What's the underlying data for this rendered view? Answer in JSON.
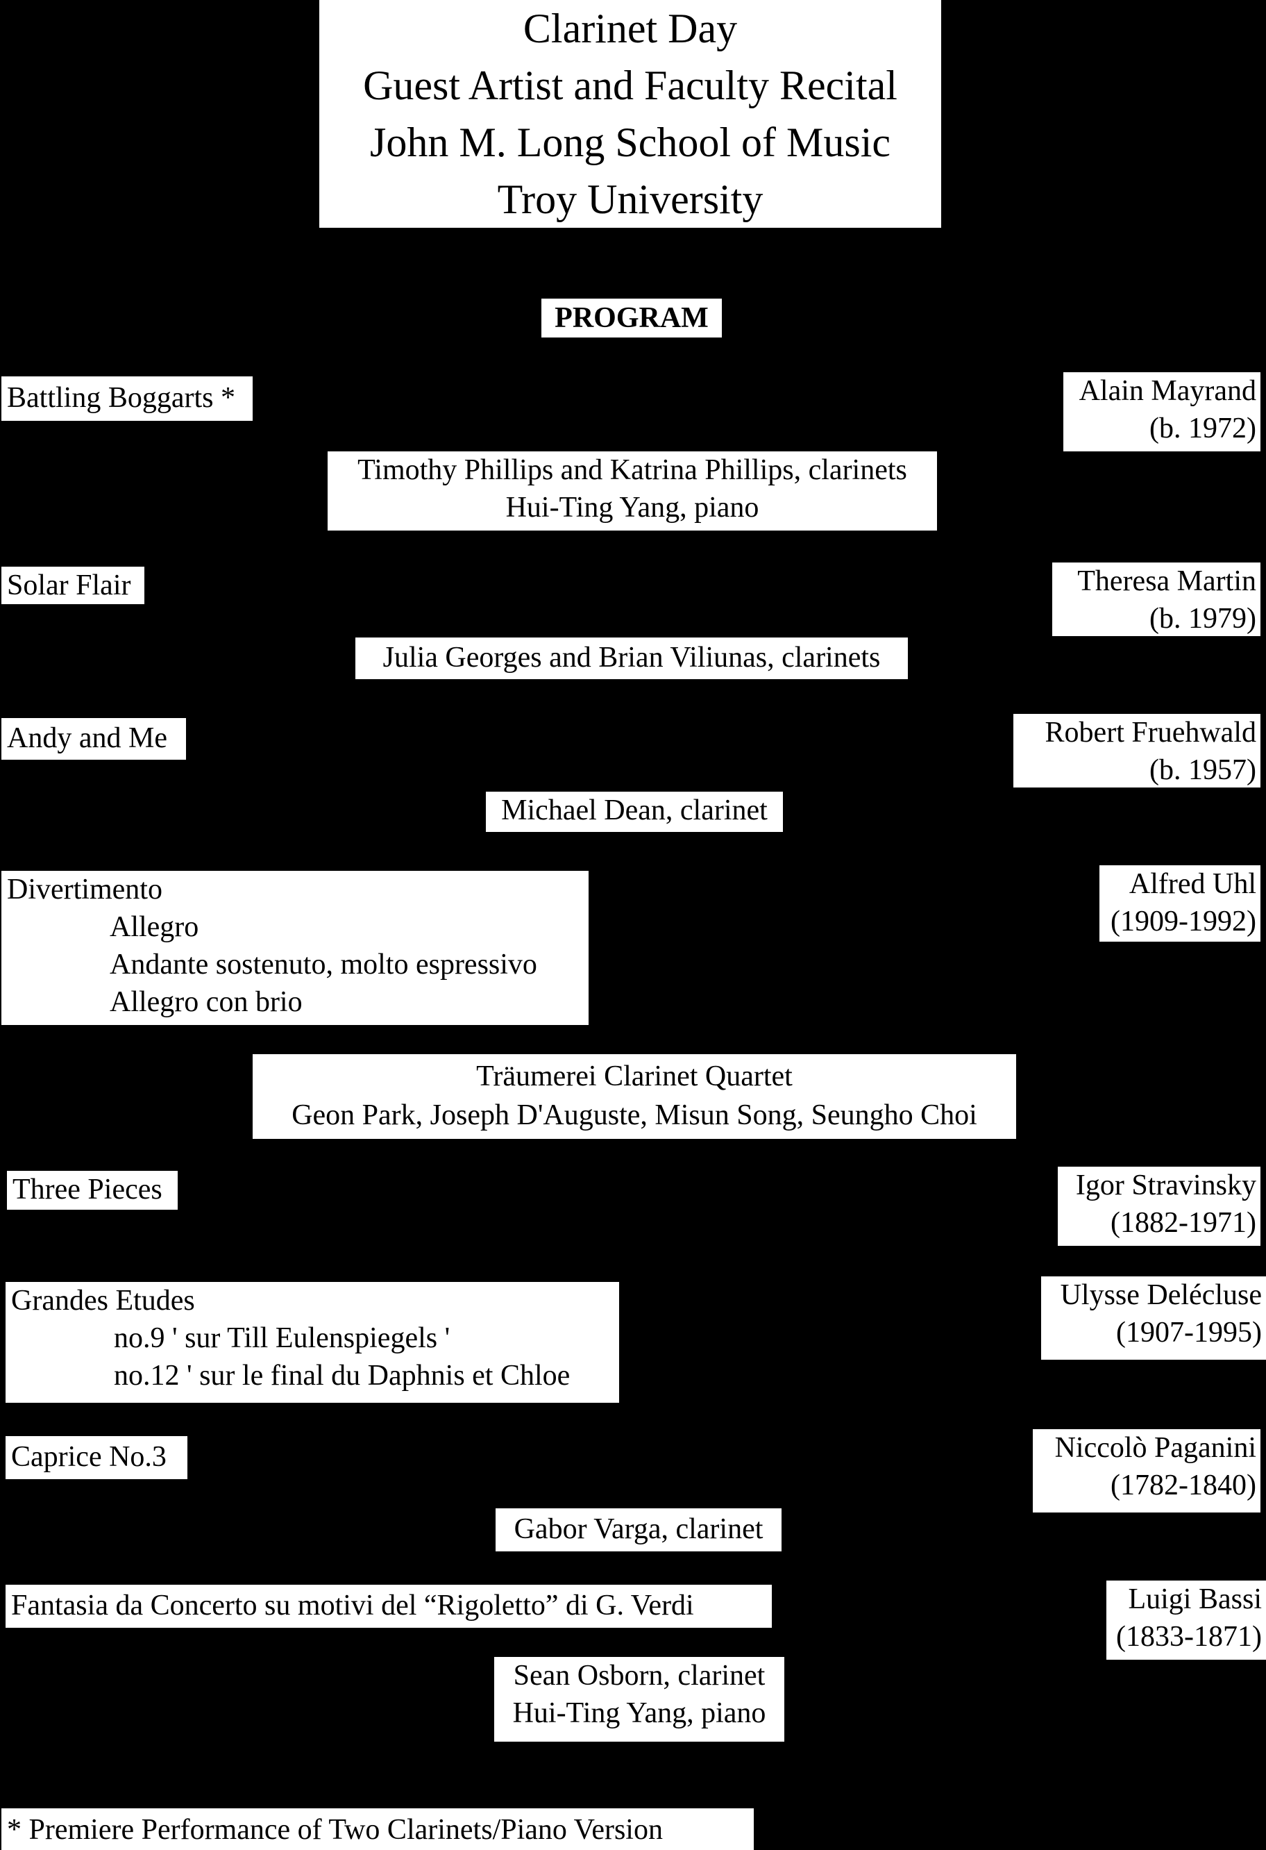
{
  "header": {
    "line1": "Clarinet Day",
    "line2": "Guest Artist and Faculty Recital",
    "line3": "John M. Long School of Music",
    "line4": "Troy University"
  },
  "program_heading": "PROGRAM",
  "pieces": [
    {
      "title": "Battling Boggarts *",
      "composer": "Alain Mayrand",
      "dates": "(b. 1972)",
      "performers": [
        "Timothy Phillips and Katrina Phillips, clarinets",
        "Hui-Ting Yang, piano"
      ]
    },
    {
      "title": "Solar Flair",
      "composer": "Theresa Martin",
      "dates": "(b. 1979)",
      "performers": [
        "Julia Georges and Brian Viliunas, clarinets"
      ]
    },
    {
      "title": "Andy and Me",
      "composer": "Robert Fruehwald",
      "dates": "(b. 1957)",
      "performers": [
        "Michael Dean, clarinet"
      ]
    },
    {
      "title": "Divertimento",
      "movements": [
        "Allegro",
        "Andante sostenuto, molto espressivo",
        "Allegro con brio"
      ],
      "composer": "Alfred Uhl",
      "dates": "(1909-1992)",
      "performers": [
        "Träumerei Clarinet Quartet",
        "Geon Park, Joseph D'Auguste, Misun Song, Seungho Choi"
      ]
    },
    {
      "title": "Three Pieces",
      "composer": "Igor Stravinsky",
      "dates": "(1882-1971)"
    },
    {
      "title": "Grandes Etudes",
      "movements": [
        "no.9 ' sur Till Eulenspiegels '",
        "no.12 ' sur le final du Daphnis et Chloe"
      ],
      "composer": "Ulysse Delécluse",
      "dates": "(1907-1995)"
    },
    {
      "title": "Caprice No.3",
      "composer": "Niccolò Paganini",
      "dates": "(1782-1840)",
      "performers": [
        "Gabor Varga, clarinet"
      ]
    },
    {
      "title": "Fantasia da Concerto su motivi del “Rigoletto” di G. Verdi",
      "composer": "Luigi Bassi",
      "dates": "(1833-1871)",
      "performers": [
        "Sean Osborn, clarinet",
        "Hui-Ting Yang, piano"
      ]
    }
  ],
  "footnote": "* Premiere Performance of Two Clarinets/Piano Version"
}
